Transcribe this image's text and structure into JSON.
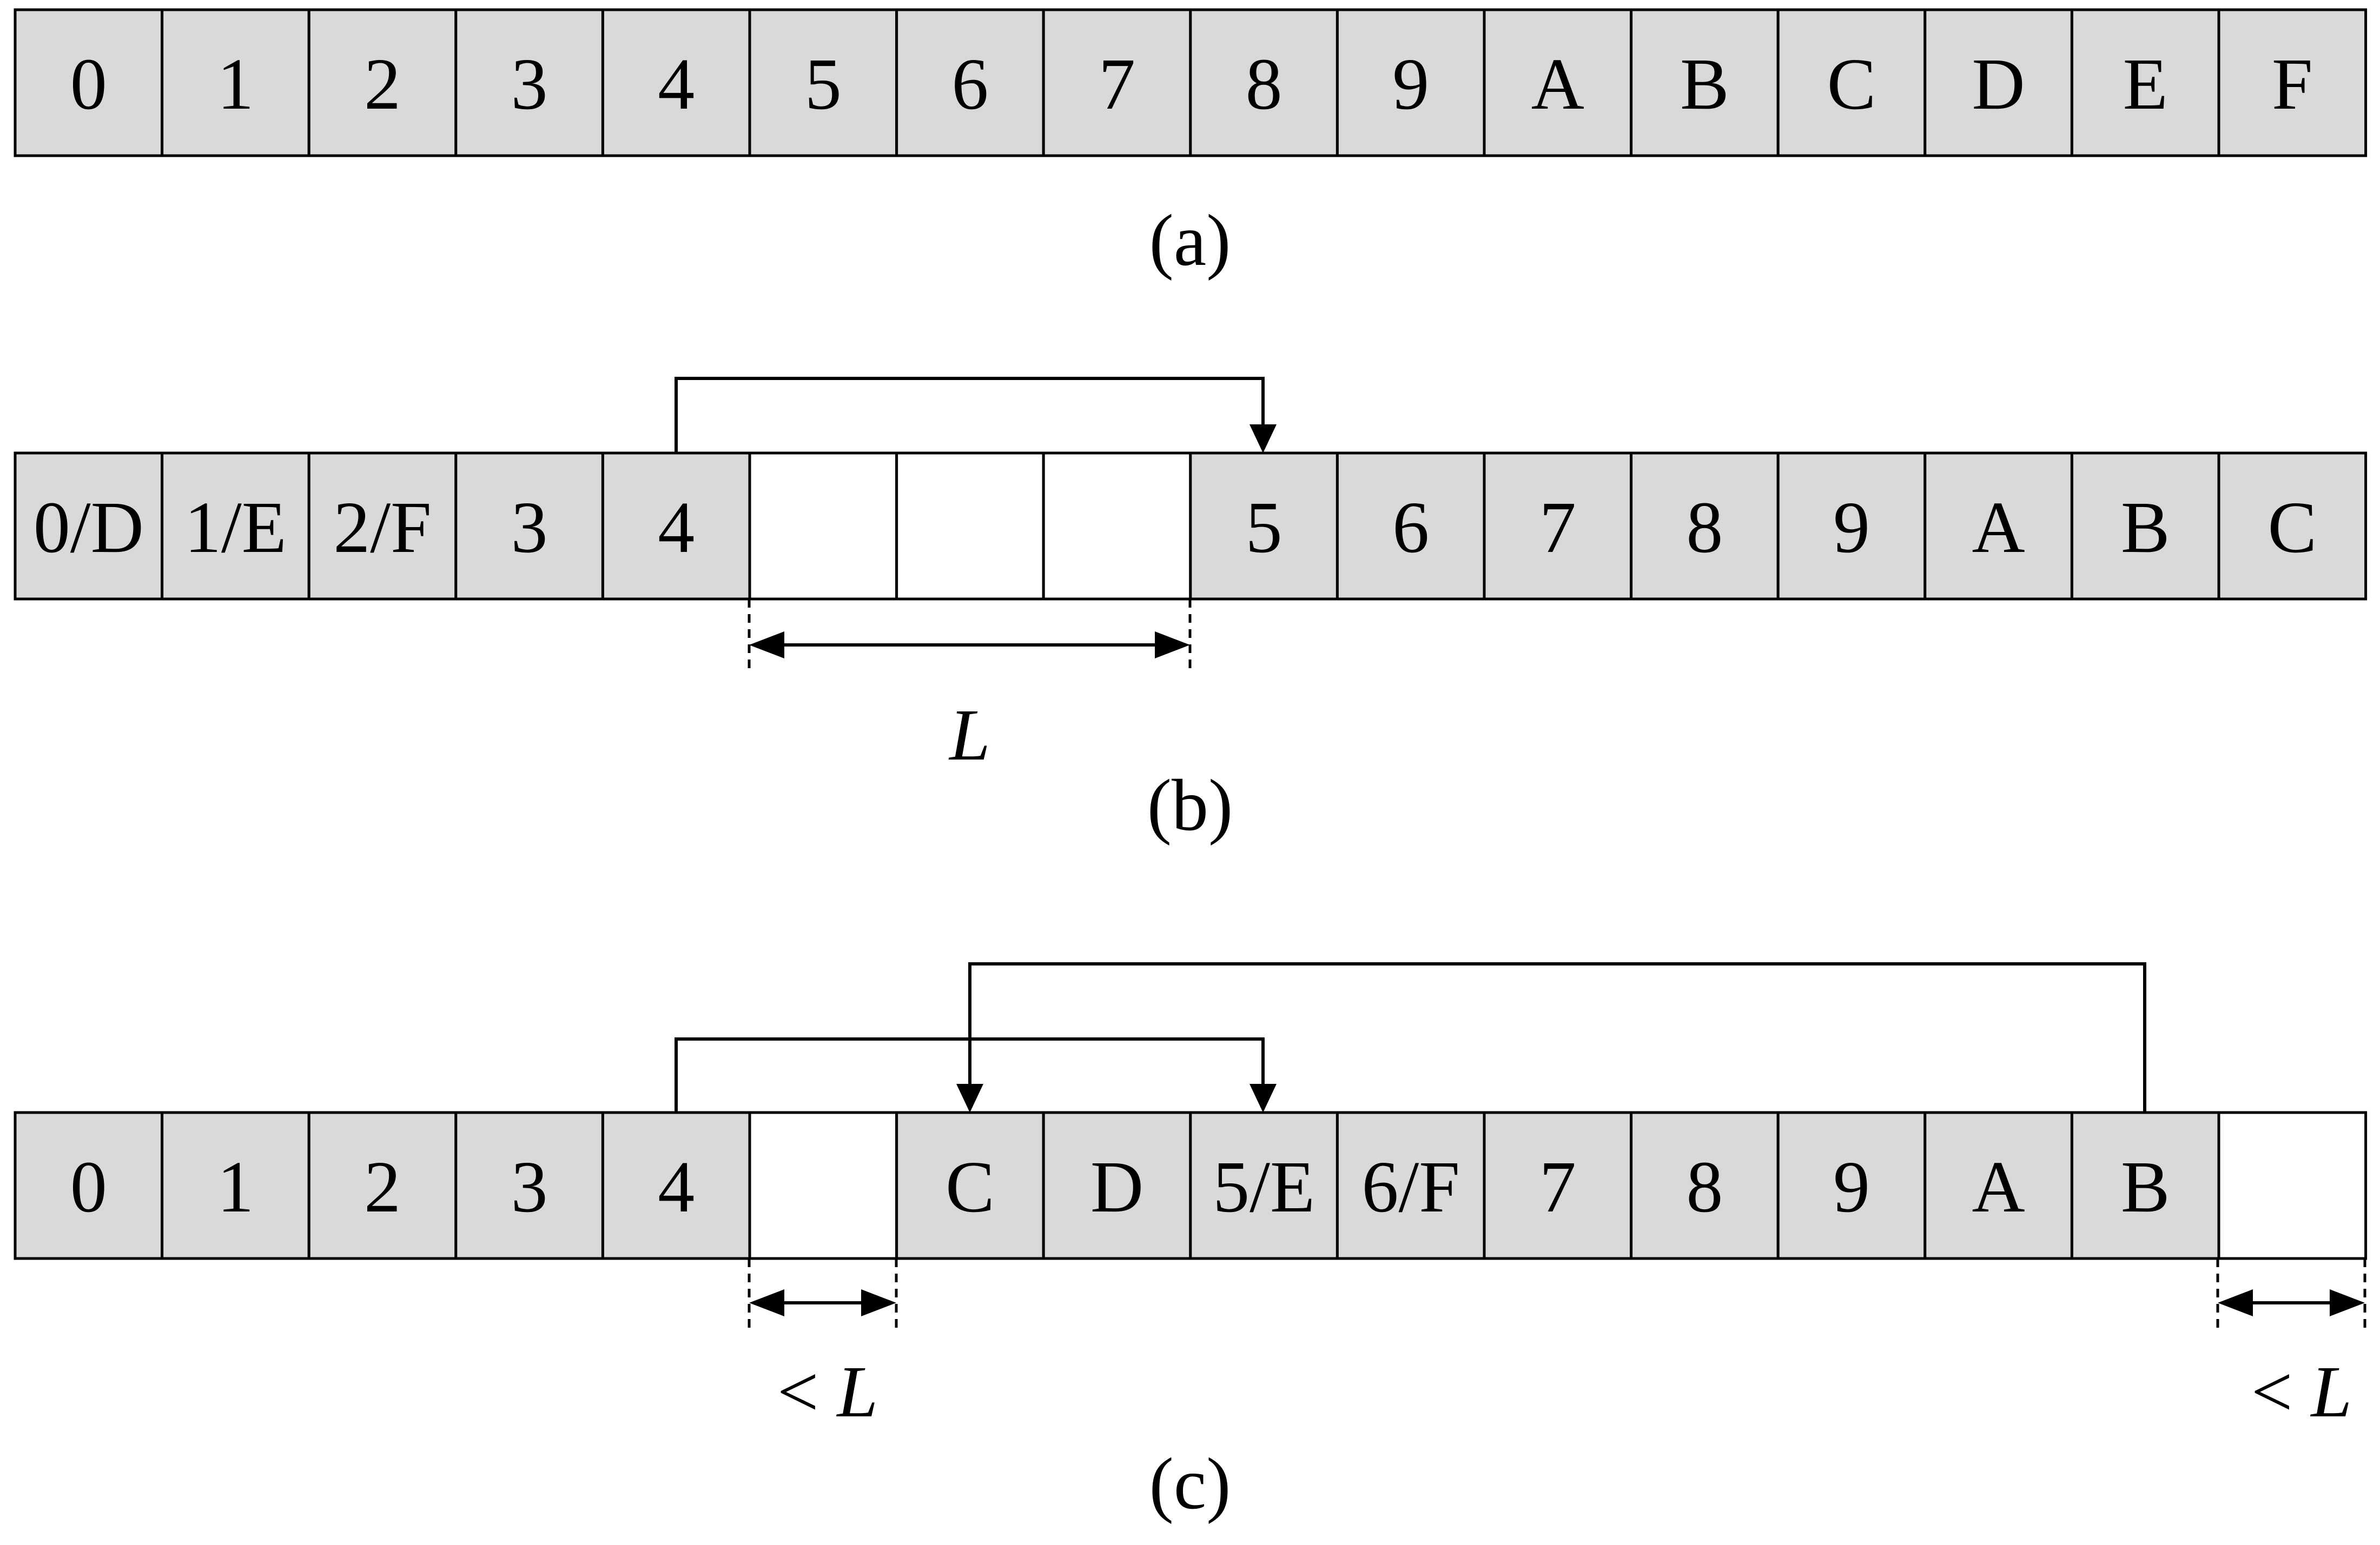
{
  "colors": {
    "filled_cell": "#d9d9d9",
    "empty_cell": "#ffffff",
    "stroke": "#000000"
  },
  "row_a": {
    "caption": "(a)",
    "cells": [
      {
        "label": "0",
        "filled": true
      },
      {
        "label": "1",
        "filled": true
      },
      {
        "label": "2",
        "filled": true
      },
      {
        "label": "3",
        "filled": true
      },
      {
        "label": "4",
        "filled": true
      },
      {
        "label": "5",
        "filled": true
      },
      {
        "label": "6",
        "filled": true
      },
      {
        "label": "7",
        "filled": true
      },
      {
        "label": "8",
        "filled": true
      },
      {
        "label": "9",
        "filled": true
      },
      {
        "label": "A",
        "filled": true
      },
      {
        "label": "B",
        "filled": true
      },
      {
        "label": "C",
        "filled": true
      },
      {
        "label": "D",
        "filled": true
      },
      {
        "label": "E",
        "filled": true
      },
      {
        "label": "F",
        "filled": true
      }
    ]
  },
  "row_b": {
    "caption": "(b)",
    "cells": [
      {
        "label": "0/D",
        "filled": true
      },
      {
        "label": "1/E",
        "filled": true
      },
      {
        "label": "2/F",
        "filled": true
      },
      {
        "label": "3",
        "filled": true
      },
      {
        "label": "4",
        "filled": true
      },
      {
        "label": "",
        "filled": false
      },
      {
        "label": "",
        "filled": false
      },
      {
        "label": "",
        "filled": false
      },
      {
        "label": "5",
        "filled": true
      },
      {
        "label": "6",
        "filled": true
      },
      {
        "label": "7",
        "filled": true
      },
      {
        "label": "8",
        "filled": true
      },
      {
        "label": "9",
        "filled": true
      },
      {
        "label": "A",
        "filled": true
      },
      {
        "label": "B",
        "filled": true
      },
      {
        "label": "C",
        "filled": true
      }
    ],
    "gap_label": "L"
  },
  "row_c": {
    "caption": "(c)",
    "cells": [
      {
        "label": "0",
        "filled": true
      },
      {
        "label": "1",
        "filled": true
      },
      {
        "label": "2",
        "filled": true
      },
      {
        "label": "3",
        "filled": true
      },
      {
        "label": "4",
        "filled": true
      },
      {
        "label": "",
        "filled": false
      },
      {
        "label": "C",
        "filled": true
      },
      {
        "label": "D",
        "filled": true
      },
      {
        "label": "5/E",
        "filled": true
      },
      {
        "label": "6/F",
        "filled": true
      },
      {
        "label": "7",
        "filled": true
      },
      {
        "label": "8",
        "filled": true
      },
      {
        "label": "9",
        "filled": true
      },
      {
        "label": "A",
        "filled": true
      },
      {
        "label": "B",
        "filled": true
      },
      {
        "label": "",
        "filled": false
      }
    ],
    "gap_label_prefix": "< ",
    "gap_label_var": "L"
  }
}
